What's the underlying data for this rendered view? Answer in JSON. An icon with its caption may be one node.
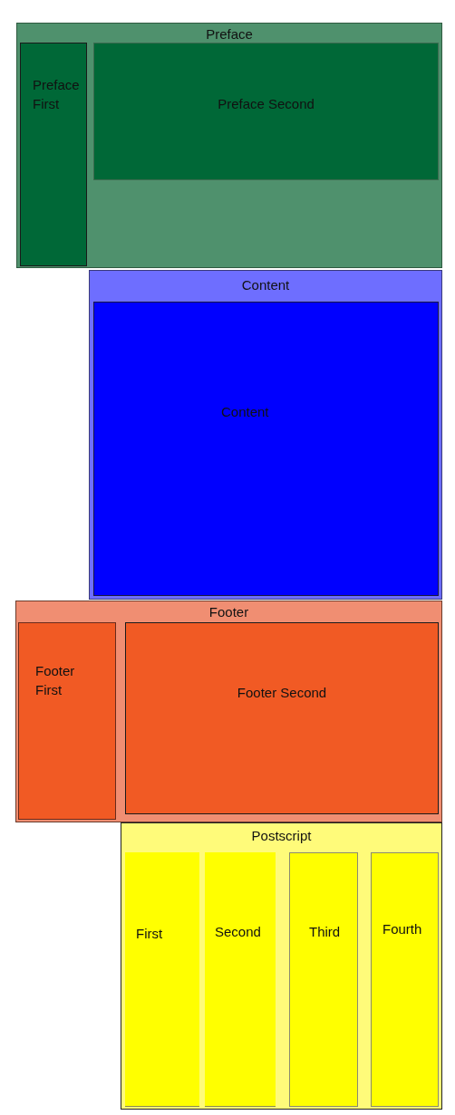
{
  "diagram": {
    "nodes": [
      {
        "text": [
          "Preface"
        ]
      },
      {
        "text": [
          "Preface First"
        ],
        "in": 0
      },
      {
        "text": [
          "Preface Second"
        ],
        "in": 0
      },
      {
        "text": [
          "Content"
        ]
      },
      {
        "text": [
          "Content"
        ],
        "in": 3
      },
      {
        "text": [
          "Footer"
        ]
      },
      {
        "text": [
          "Footer First"
        ],
        "in": 5
      },
      {
        "text": [
          "Footer Second"
        ],
        "in": 5
      },
      {
        "text": [
          "Postscript"
        ]
      },
      {
        "text": [
          "First"
        ],
        "in": 8
      },
      {
        "text": [
          "Second"
        ],
        "in": 8
      },
      {
        "text": [
          "Third"
        ],
        "in": 8
      },
      {
        "text": [
          "Fourth"
        ],
        "in": 8
      }
    ]
  }
}
